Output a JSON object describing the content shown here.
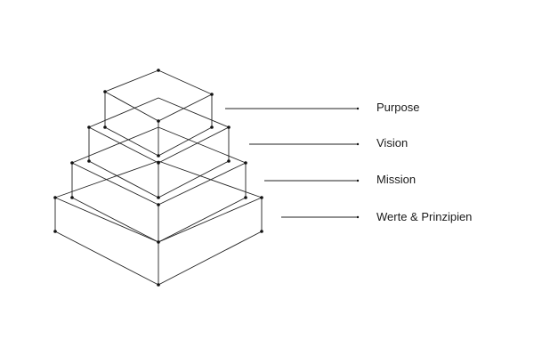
{
  "diagram": {
    "levels": [
      {
        "id": "purpose",
        "label": "Purpose"
      },
      {
        "id": "vision",
        "label": "Vision"
      },
      {
        "id": "mission",
        "label": "Mission"
      },
      {
        "id": "werte",
        "label": "Werte & Prinzipien"
      }
    ]
  }
}
